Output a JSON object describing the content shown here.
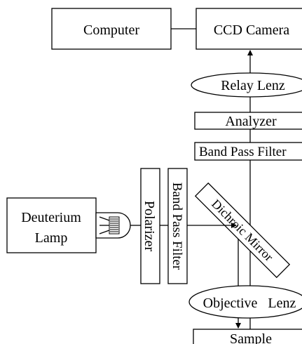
{
  "diagram": {
    "components": {
      "computer": "Computer",
      "ccd_camera": "CCD Camera",
      "relay_lens": "Relay Lenz",
      "analyzer": "Analyzer",
      "band_pass_filter_top": "Band Pass Filter",
      "dichroic_mirror": "Dichroic Mirror",
      "polarizer": "Polarizer",
      "band_pass_filter_side": "Band Pass Filter",
      "deuterium_lamp_line1": "Deuterium",
      "deuterium_lamp_line2": "Lamp",
      "objective_lens": "Objective   Lenz",
      "sample": "Sample"
    }
  }
}
